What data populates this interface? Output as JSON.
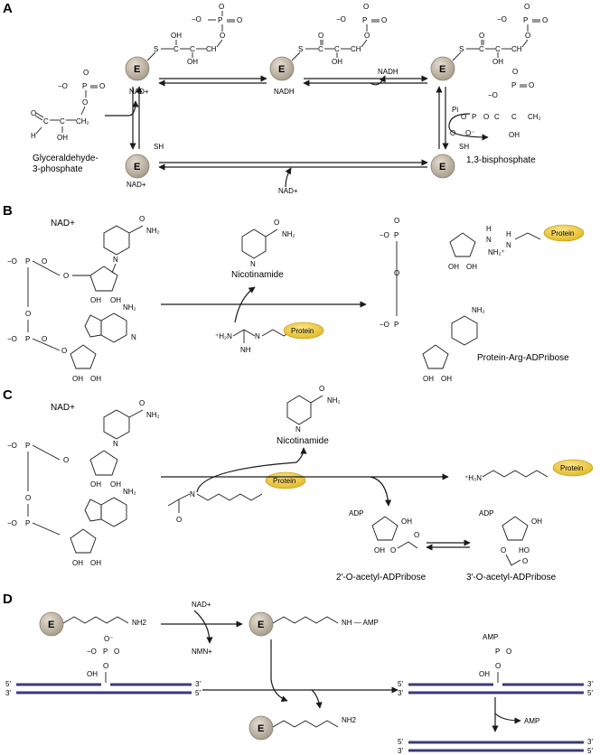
{
  "panels": {
    "a": {
      "label": "A",
      "glyceraldehyde": "Glyceraldehyde-",
      "glyceraldehyde2": "3-phosphate",
      "bisphosphate": "1,3-bisphosphate",
      "nad": "NAD+",
      "nadh": "NADH",
      "pi": "Pi"
    },
    "b": {
      "label": "B",
      "nad": "NAD+",
      "nicotinamide": "Nicotinamide",
      "product": "Protein-Arg-ADPribose"
    },
    "c": {
      "label": "C",
      "nad": "NAD+",
      "nicotinamide": "Nicotinamide",
      "product1": "2′-O-acetyl-ADPribose",
      "product2": "3′-O-acetyl-ADPribose",
      "adp": "ADP"
    },
    "d": {
      "label": "D",
      "nad": "NAD+",
      "nmn": "NMN+",
      "amp": "AMP",
      "nh_amp": "NH — AMP"
    }
  },
  "common": {
    "enzyme": "E",
    "protein": "Protein",
    "sh": "SH",
    "nh2": "NH2"
  },
  "colors": {
    "enzyme_fill": "#c9c0b2",
    "protein_fill": "#f2cf3a",
    "dna": "#3b3b78"
  }
}
